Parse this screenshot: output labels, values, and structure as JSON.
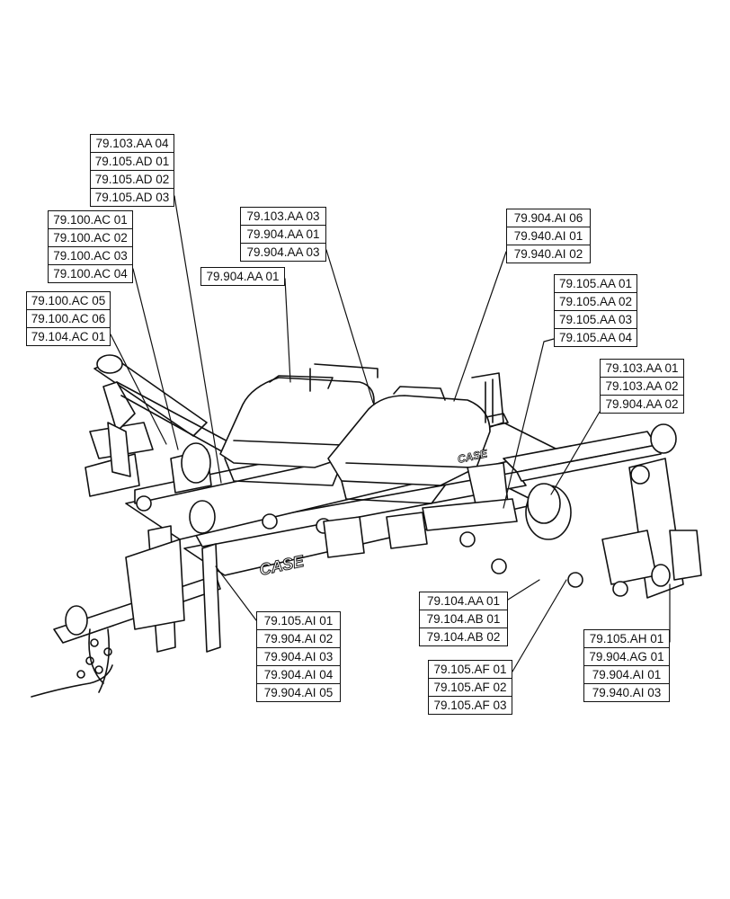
{
  "callouts": [
    {
      "id": "box-1",
      "lines": [
        "79.103.AA 04",
        "79.105.AD 01",
        "79.105.AD 02",
        "79.105.AD 03"
      ]
    },
    {
      "id": "box-2",
      "lines": [
        "79.100.AC 01",
        "79.100.AC 02",
        "79.100.AC 03",
        "79.100.AC 04"
      ]
    },
    {
      "id": "box-3",
      "lines": [
        "79.100.AC 05",
        "79.100.AC 06",
        "79.104.AC 01"
      ]
    },
    {
      "id": "box-4",
      "lines": [
        "79.103.AA 03",
        "79.904.AA 01",
        "79.904.AA 03"
      ]
    },
    {
      "id": "box-5",
      "lines": [
        "79.904.AA 01"
      ]
    },
    {
      "id": "box-6",
      "lines": [
        "79.904.AI 06",
        "79.940.AI 01",
        "79.940.AI 02"
      ]
    },
    {
      "id": "box-7",
      "lines": [
        "79.105.AA 01",
        "79.105.AA 02",
        "79.105.AA 03",
        "79.105.AA 04"
      ]
    },
    {
      "id": "box-8",
      "lines": [
        "79.103.AA 01",
        "79.103.AA 02",
        "79.904.AA 02"
      ]
    },
    {
      "id": "box-9",
      "lines": [
        "79.105.AI 01",
        "79.904.AI 02",
        "79.904.AI 03",
        "79.904.AI 04",
        "79.904.AI 05"
      ]
    },
    {
      "id": "box-10",
      "lines": [
        "79.104.AA 01",
        "79.104.AB 01",
        "79.104.AB 02"
      ]
    },
    {
      "id": "box-11",
      "lines": [
        "79.105.AF 01",
        "79.105.AF 02",
        "79.105.AF 03"
      ]
    },
    {
      "id": "box-12",
      "lines": [
        "79.105.AH 01",
        "79.904.AG 01",
        "79.904.AI 01",
        "79.940.AI 03"
      ]
    }
  ],
  "brand": {
    "logo_large": "CASE",
    "logo_small": "CASE"
  }
}
